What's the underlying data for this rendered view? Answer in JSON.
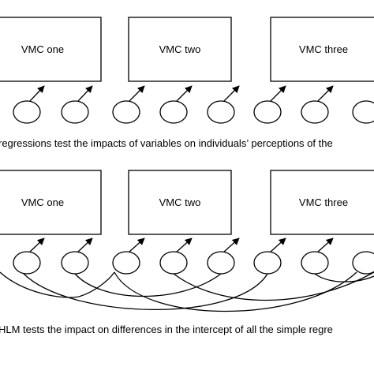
{
  "panel_top": {
    "boxes": [
      "VMC one",
      "VMC two",
      "VMC three"
    ],
    "caption": "regressions test the impacts of variables on individuals’ perceptions of the"
  },
  "panel_bottom": {
    "boxes": [
      "VMC one",
      "VMC two",
      "VMC three"
    ],
    "caption": "HLM tests the impact on differences in the intercept of all the simple regre"
  },
  "colors": {
    "stroke": "#000000",
    "background": "#ffffff"
  }
}
